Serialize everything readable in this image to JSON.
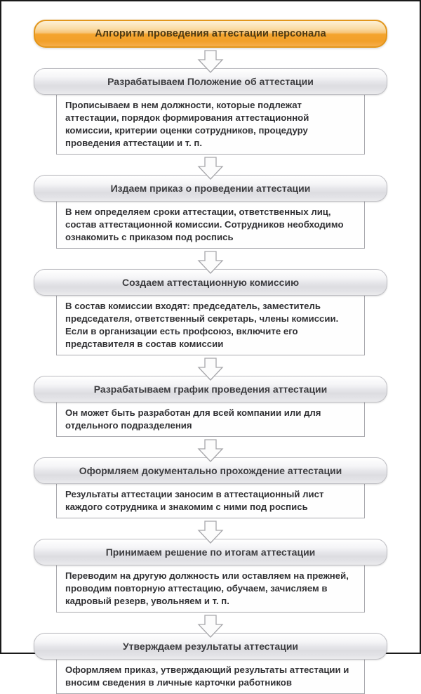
{
  "title": "Алгоритм проведения аттестации персонала",
  "steps": [
    {
      "header": "Разрабатываем Положение об аттестации",
      "description": "Прописываем в нем должности, которые подлежат аттестации, порядок формирования аттестационной комиссии, критерии оценки сотрудников, процедуру проведения аттестации и т. п."
    },
    {
      "header": "Издаем приказ о проведении аттестации",
      "description": "В нем определяем сроки аттестации, ответственных лиц, состав аттестационной комиссии. Сотрудников необходимо ознакомить с приказом под роспись"
    },
    {
      "header": "Создаем аттестационную комиссию",
      "description": "В состав комиссии входят: председатель, заместитель председателя, ответственный секретарь, члены комиссии. Если в организации есть профсоюз, включите его представителя в состав комиссии"
    },
    {
      "header": "Разрабатываем график проведения аттестации",
      "description": "Он может быть разработан для всей компании или для отдельного подразделения"
    },
    {
      "header": "Оформляем документально прохождение аттестации",
      "description": "Результаты аттестации заносим в аттестационный лист каждого сотрудника и знакомим с ними под роспись"
    },
    {
      "header": "Принимаем решение по итогам аттестации",
      "description": "Переводим на другую должность или оставляем на прежней, проводим повторную аттестацию, обучаем, зачисляем в кадровый резерв, увольняем и т. п."
    },
    {
      "header": "Утверждаем результаты аттестации",
      "description": "Оформляем приказ, утверждающий результаты аттестации и вносим сведения в личные карточки работников"
    }
  ],
  "icons": {
    "connector": "down-block-arrow"
  },
  "colors": {
    "title_fill": "#F4A42E",
    "title_border": "#E2961C",
    "title_text": "#4E3B15",
    "bar_fill": "#E2E2E6",
    "bar_border": "#BFBFC4",
    "desc_border": "#A9A9AE",
    "text_dark": "#323235",
    "page_border": "#1A1A1A",
    "arrow_fill": "#FCFCFC",
    "arrow_stroke": "#A6A6AA"
  }
}
